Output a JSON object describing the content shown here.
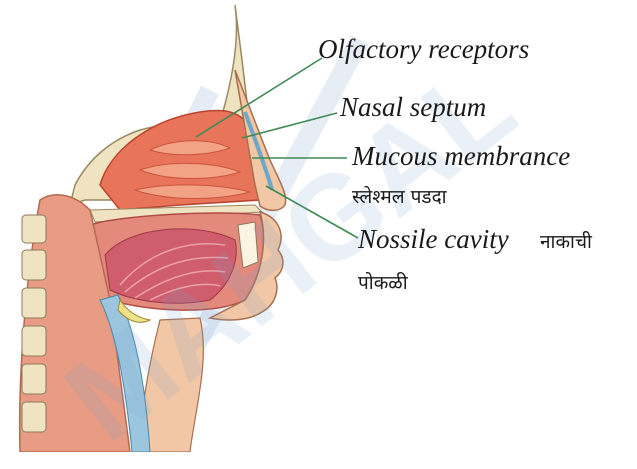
{
  "labels": {
    "olfactory": "Olfactory receptors",
    "septum": "Nasal septum",
    "mucous": "Mucous membrance",
    "mucous_marathi": "स्लेश्मल  पडदा",
    "cavity": "Nossile cavity",
    "cavity_marathi_1": "नाकाची",
    "cavity_marathi_2": "पोकळी"
  },
  "watermark": "MAHGAL",
  "colors": {
    "leader_line": "#3f8a56",
    "tissue": "#e8755a",
    "tissue_dark": "#c94c38",
    "bone": "#efe6cf",
    "muscle": "#c95a6a"
  }
}
